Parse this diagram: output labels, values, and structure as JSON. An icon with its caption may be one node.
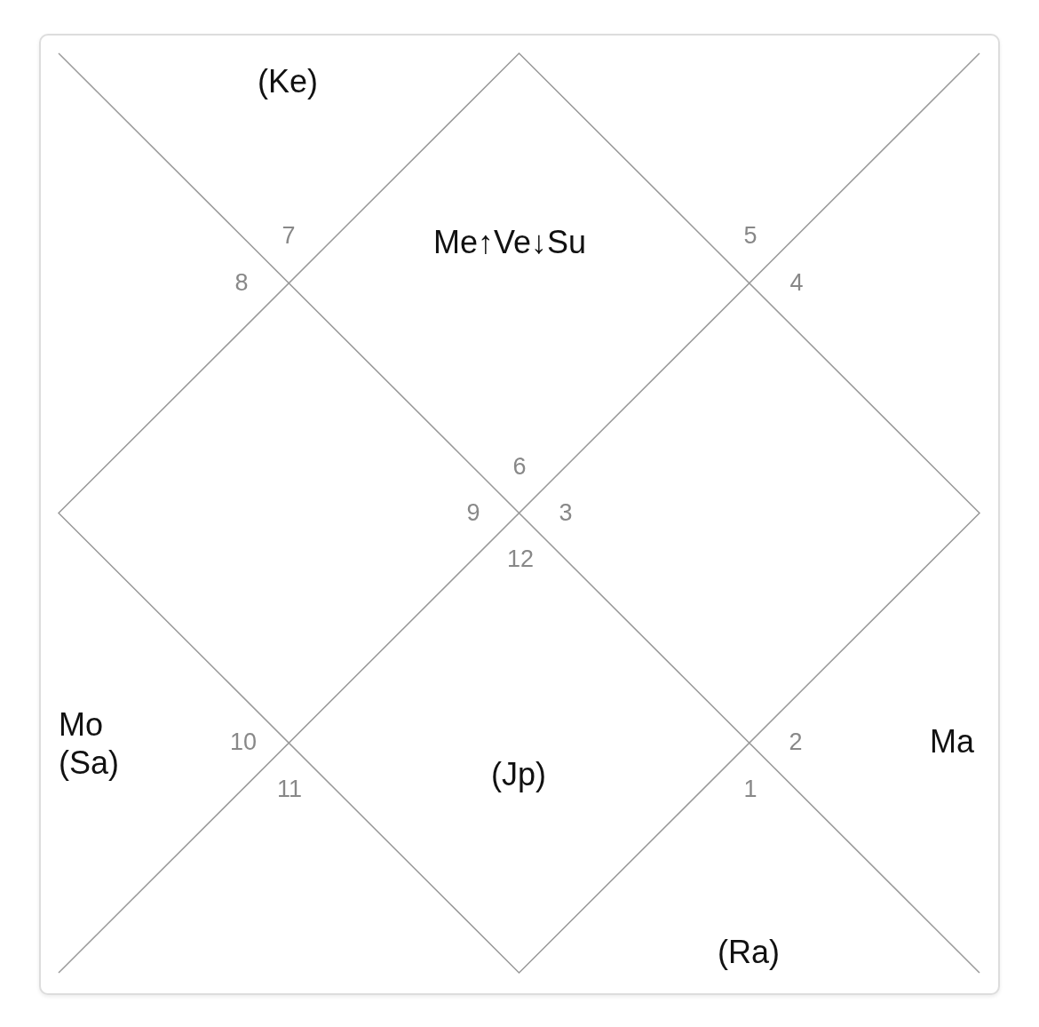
{
  "diagram": {
    "labels": [
      "(Ke)",
      "7",
      "Me↑Ve↓Su",
      "5",
      "8",
      "4",
      "6",
      "9",
      "3",
      "12",
      "Mo (Sa)",
      "10",
      "2",
      "Ma",
      "(Jp)",
      "11",
      "1",
      "(Ra)"
    ]
  }
}
